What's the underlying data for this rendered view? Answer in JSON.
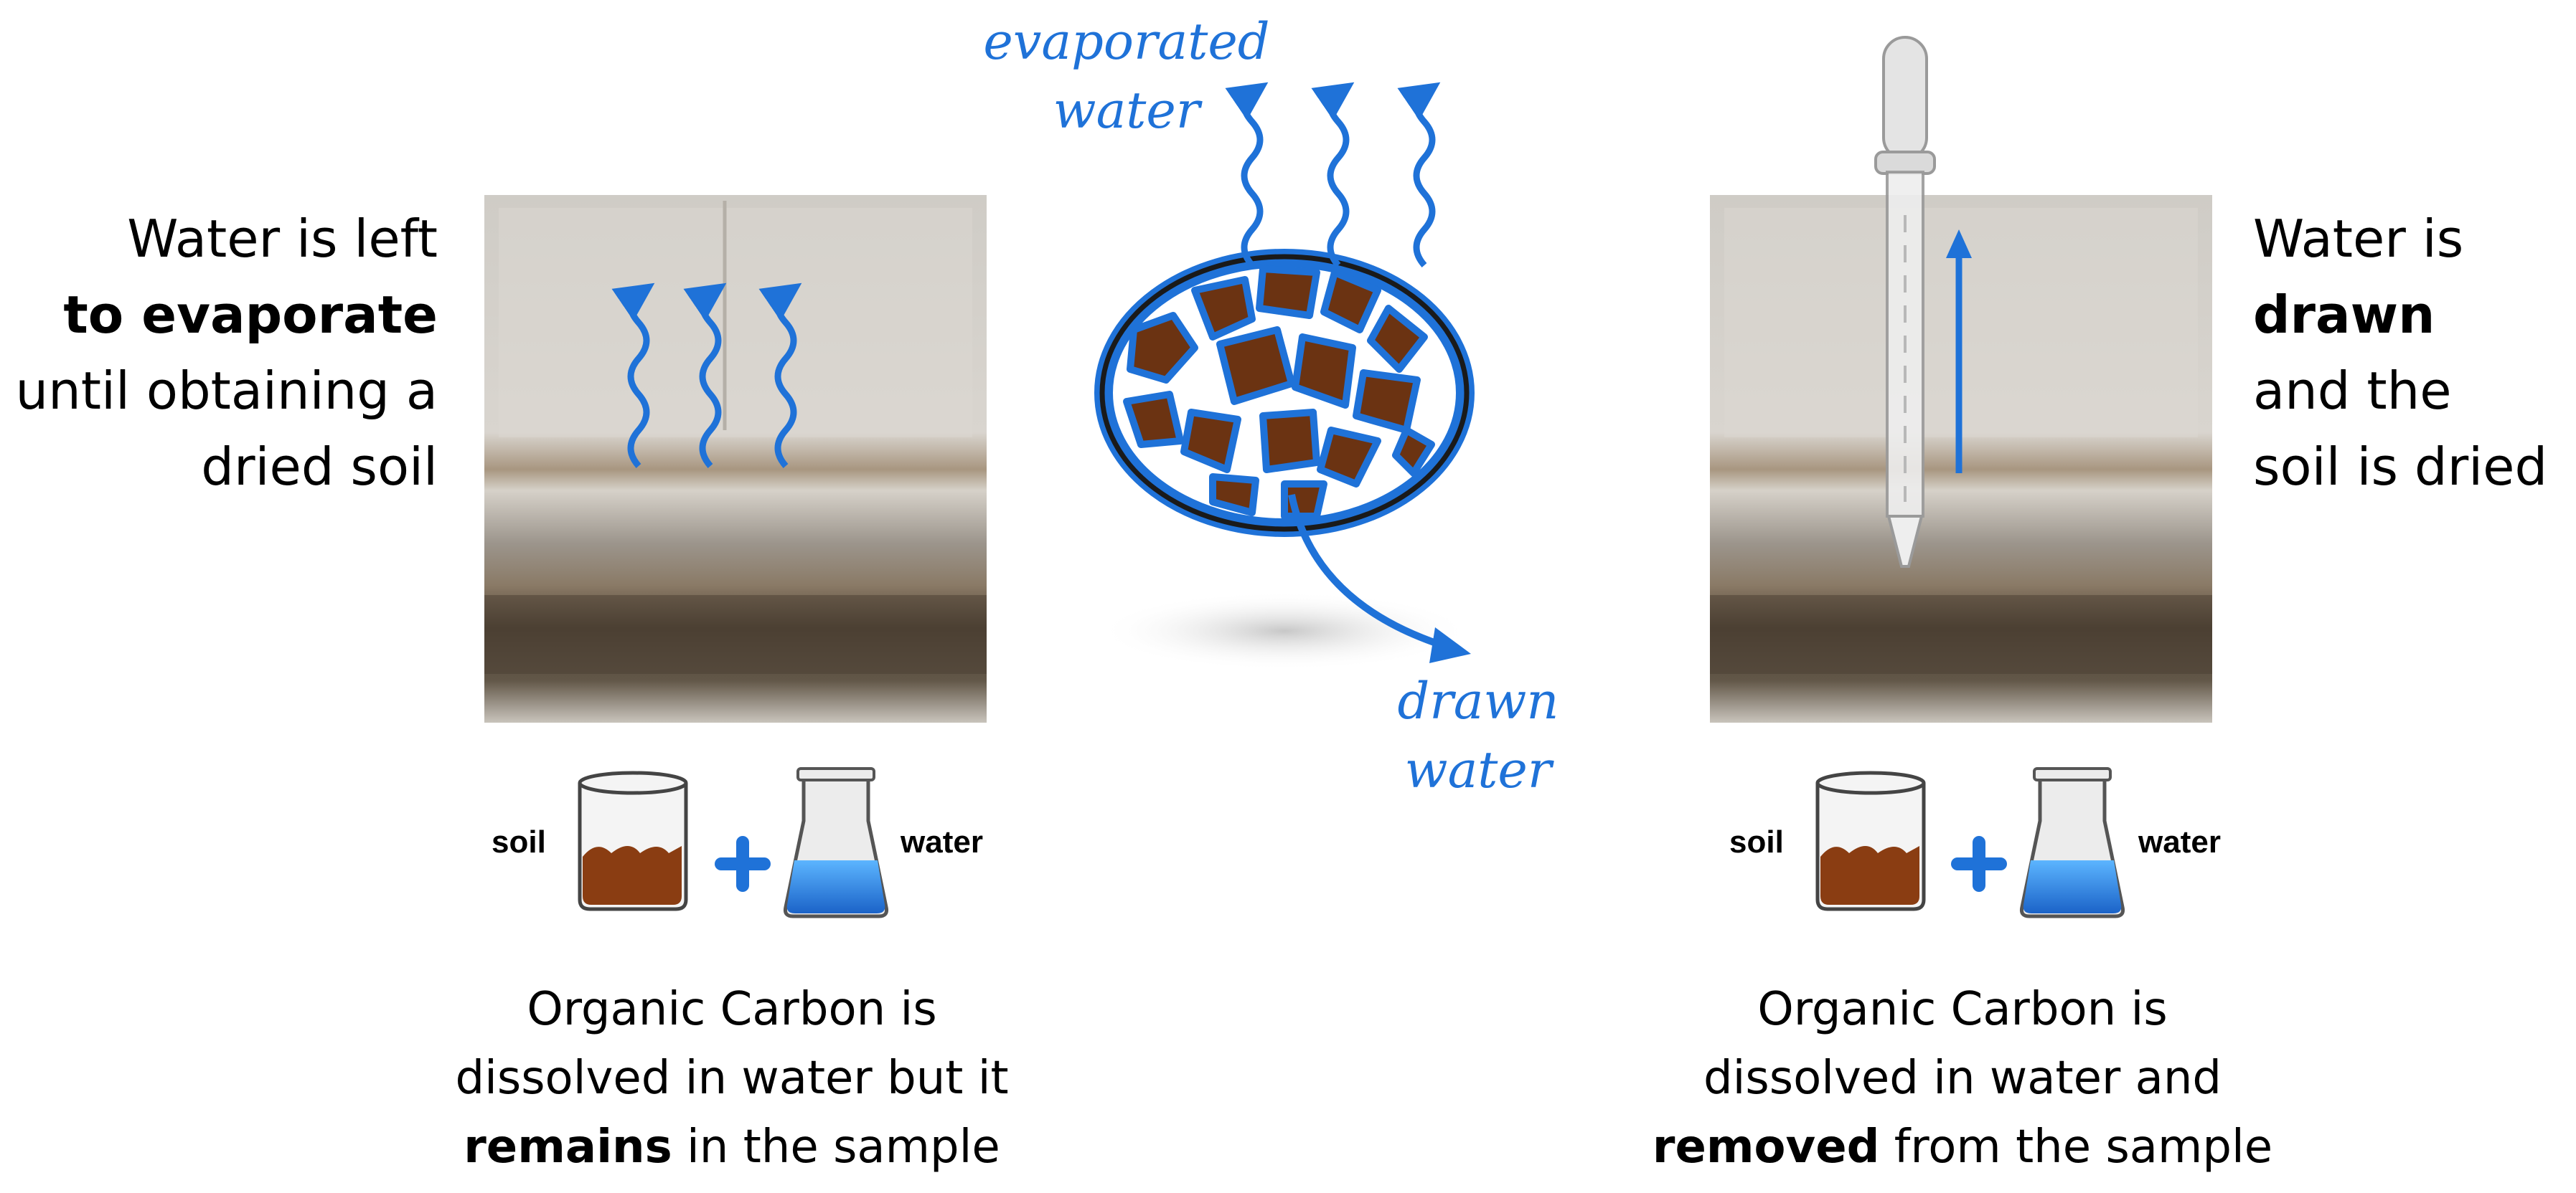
{
  "left": {
    "text_lines": [
      "Water is left",
      "to evaporate",
      "until obtaining a",
      "dried soil"
    ],
    "caption_lines": [
      "Organic Carbon is",
      "dissolved in water but it",
      "remains",
      " in the sample"
    ],
    "soil_label": "soil",
    "water_label": "water"
  },
  "center": {
    "evaporated_lines": [
      "evaporated",
      "water"
    ],
    "drawn_lines": [
      "drawn",
      "water"
    ]
  },
  "right": {
    "text_lines": [
      "Water is",
      "drawn",
      "and the",
      "soil is dried"
    ],
    "caption_lines": [
      "Organic Carbon is",
      "dissolved in water and",
      "removed",
      " from the sample"
    ],
    "soil_label": "soil",
    "water_label": "water"
  },
  "colors": {
    "water_blue": "#1f72d8",
    "soil_brown": "#6b3312",
    "glass_grey": "#cfcbc4"
  }
}
